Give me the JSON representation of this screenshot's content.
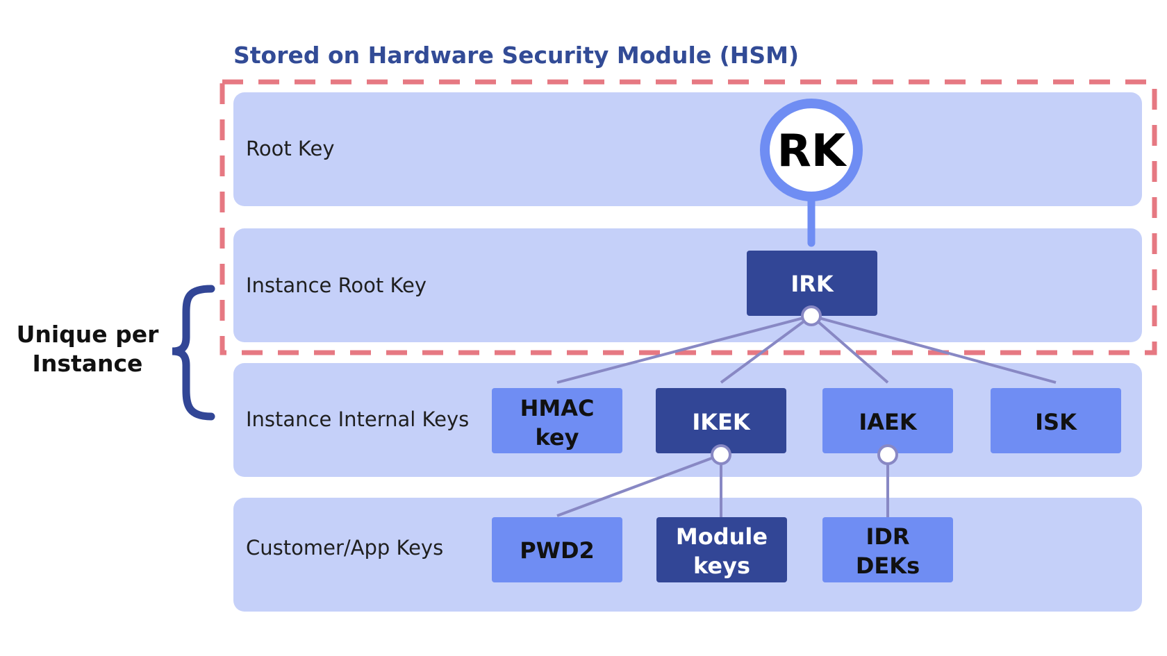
{
  "hsm": {
    "title": "Stored on Hardware Security Module (HSM)"
  },
  "brace": {
    "line1": "Unique per",
    "line2": "Instance"
  },
  "layers": {
    "root": "Root Key",
    "instance_root": "Instance Root Key",
    "instance_internal": "Instance Internal Keys",
    "customer_app": "Customer/App Keys"
  },
  "keys": {
    "rk": "RK",
    "irk": "IRK",
    "hmac": {
      "line1": "HMAC",
      "line2": "key"
    },
    "ikek": "IKEK",
    "iaek": "IAEK",
    "isk": "ISK",
    "pwd2": "PWD2",
    "module": {
      "line1": "Module",
      "line2": "keys"
    },
    "idr": {
      "line1": "IDR",
      "line2": "DEKs"
    }
  },
  "colors": {
    "layer_bg": "#c5d0f9",
    "dark_key": "#324696",
    "light_key": "#6f8df3",
    "hsm_border": "#e67882",
    "connector": "#8888c4",
    "rk_ring": "#6f8df3",
    "brace": "#324696"
  }
}
